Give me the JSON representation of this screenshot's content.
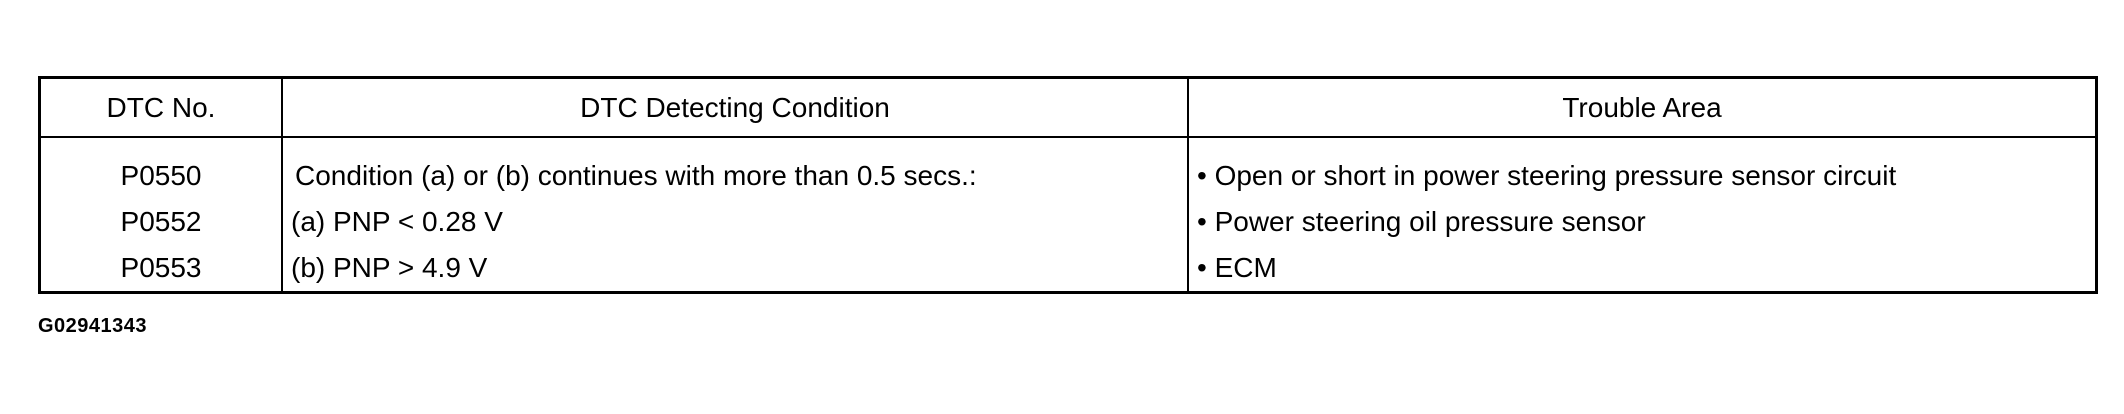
{
  "table": {
    "headers": [
      "DTC No.",
      "DTC Detecting Condition",
      "Trouble Area"
    ],
    "dtc_numbers": [
      "P0550",
      "P0552",
      "P0553"
    ],
    "conditions": [
      "Condition (a) or (b) continues with more than 0.5 secs.:",
      "(a) PNP < 0.28 V",
      "(b) PNP > 4.9 V"
    ],
    "trouble_areas": [
      "• Open or short in power steering pressure sensor circuit",
      "• Power steering oil pressure sensor",
      "• ECM"
    ]
  },
  "figure_id": "G02941343"
}
